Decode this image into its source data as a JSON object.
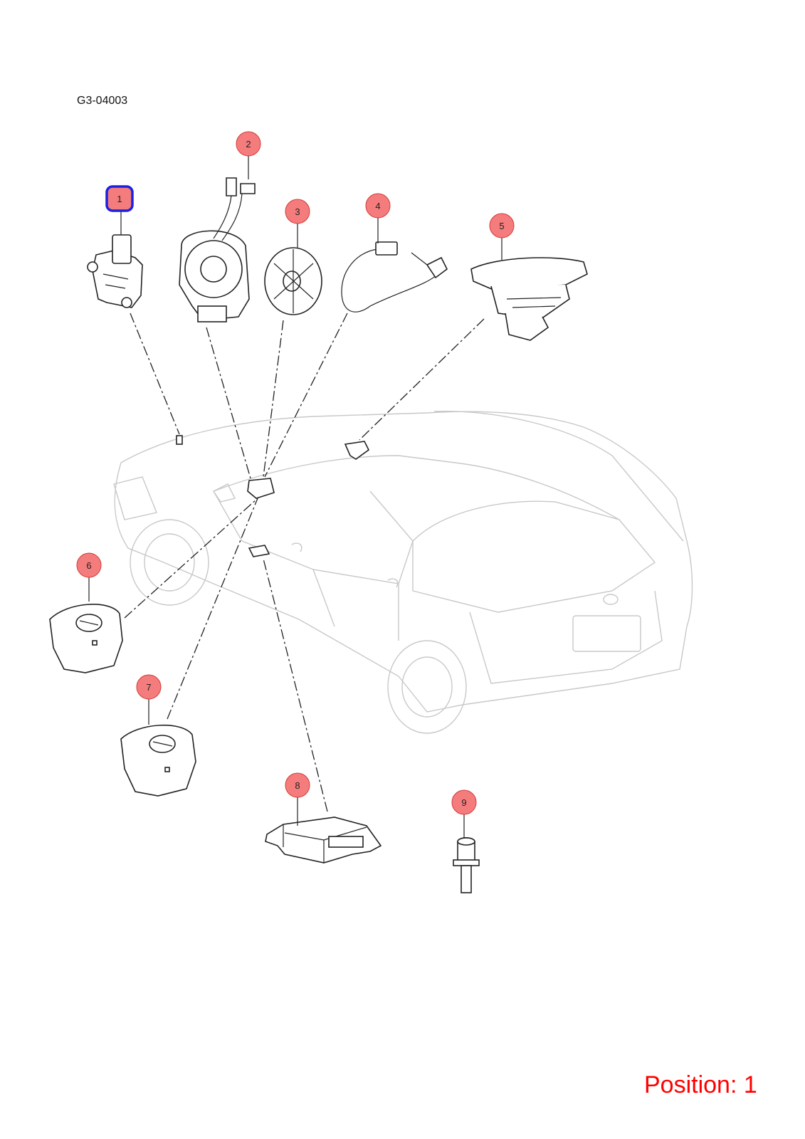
{
  "diagram": {
    "code": "G3-04003",
    "position_label": "Position: 1",
    "colors": {
      "callout_fill": "#f47c7c",
      "callout_stroke": "#d43a3a",
      "selected_outline": "#1a22e0",
      "position_text": "#ff0000"
    },
    "callouts": [
      {
        "num": "1",
        "selected": true
      },
      {
        "num": "2",
        "selected": false
      },
      {
        "num": "3",
        "selected": false
      },
      {
        "num": "4",
        "selected": false
      },
      {
        "num": "5",
        "selected": false
      },
      {
        "num": "6",
        "selected": false
      },
      {
        "num": "7",
        "selected": false
      },
      {
        "num": "8",
        "selected": false
      },
      {
        "num": "9",
        "selected": false
      }
    ]
  }
}
